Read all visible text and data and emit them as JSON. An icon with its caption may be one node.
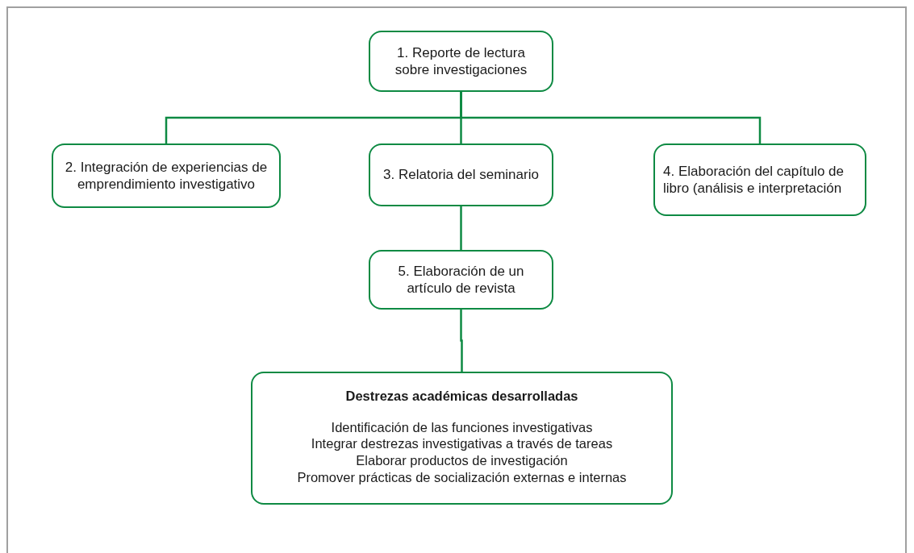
{
  "diagram": {
    "nodes": [
      {
        "text": [
          "1. Reporte de lectura sobre investigaciones"
        ]
      },
      {
        "text": [
          "2. Integración de experiencias de emprendimiento investigativo"
        ]
      },
      {
        "text": [
          "3. Relatoria del seminario"
        ]
      },
      {
        "text": [
          "4. Elaboración del capítulo de libro (análisis e interpretación"
        ]
      },
      {
        "text": [
          "5. Elaboración de un artículo de revista"
        ]
      },
      {
        "text": [
          "Destrezas académicas desarrolladas",
          "Identificación de las funciones investigativas",
          "Integrar destrezas investigativas a través de tareas",
          "Elaborar productos de investigación",
          "Promover prácticas de socialización externas e internas"
        ]
      }
    ],
    "edges": [
      {
        "from": 0,
        "to": 1,
        "arrow": "none"
      },
      {
        "from": 0,
        "to": 2,
        "arrow": "none"
      },
      {
        "from": 0,
        "to": 3,
        "arrow": "none"
      },
      {
        "from": 2,
        "to": 4,
        "arrow": "none"
      },
      {
        "from": 4,
        "to": 5,
        "arrow": "none"
      }
    ]
  }
}
